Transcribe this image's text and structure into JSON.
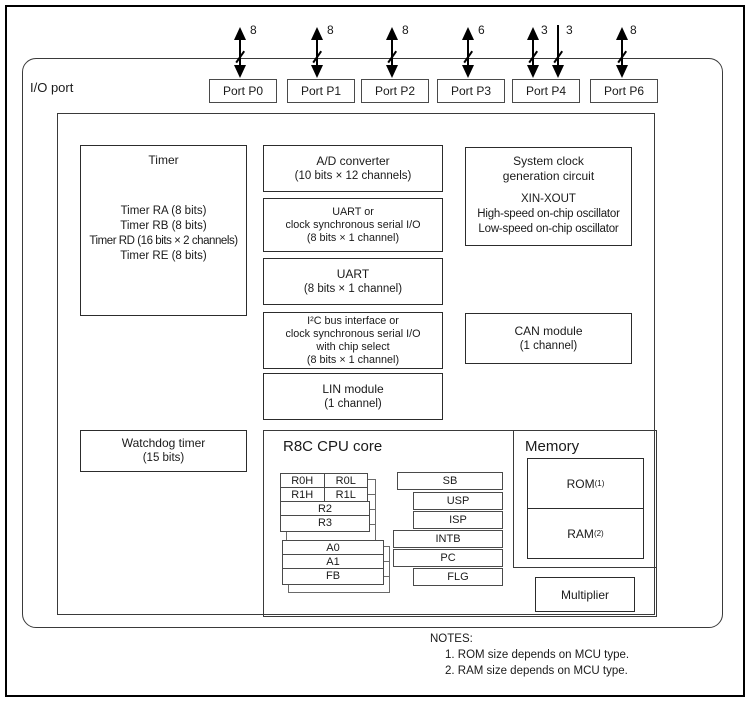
{
  "io_label": "I/O port",
  "ports": [
    {
      "label": "Port P0",
      "bus": "8"
    },
    {
      "label": "Port P1",
      "bus": "8"
    },
    {
      "label": "Port P2",
      "bus": "8"
    },
    {
      "label": "Port P3",
      "bus": "6"
    },
    {
      "label": "Port P4",
      "bus": "3",
      "bus2": "3"
    },
    {
      "label": "Port P6",
      "bus": "8"
    }
  ],
  "blocks": {
    "timer": {
      "title": "Timer",
      "lines": [
        "Timer RA (8 bits)",
        "Timer RB (8 bits)",
        "Timer RD (16 bits × 2 channels)",
        "Timer RE (8 bits)"
      ]
    },
    "adc": {
      "title": "A/D converter",
      "subtitle": "(10 bits × 12 channels)"
    },
    "uart_sync": {
      "lines": [
        "UART or",
        "clock synchronous serial I/O",
        "(8 bits × 1 channel)"
      ]
    },
    "uart": {
      "title": "UART",
      "subtitle": "(8 bits × 1 channel)"
    },
    "i2c": {
      "lines": [
        "I²C bus interface or",
        "clock synchronous serial I/O",
        "with chip select",
        "(8 bits × 1 channel)"
      ]
    },
    "lin": {
      "title": "LIN module",
      "subtitle": "(1 channel)"
    },
    "sysclk": {
      "lines": [
        "System clock",
        "generation circuit"
      ],
      "lines2": [
        "XIN-XOUT",
        "High-speed on-chip oscillator",
        "Low-speed on-chip oscillator"
      ]
    },
    "can": {
      "title": "CAN module",
      "subtitle": "(1 channel)"
    },
    "watchdog": {
      "title": "Watchdog timer",
      "subtitle": "(15 bits)"
    }
  },
  "cpu": {
    "title": "R8C CPU core",
    "registers": {
      "r0h": "R0H",
      "r0l": "R0L",
      "r1h": "R1H",
      "r1l": "R1L",
      "r2": "R2",
      "r3": "R3",
      "a0": "A0",
      "a1": "A1",
      "fb": "FB",
      "sb": "SB",
      "usp": "USP",
      "isp": "ISP",
      "intb": "INTB",
      "pc": "PC",
      "flg": "FLG"
    }
  },
  "memory": {
    "title": "Memory",
    "rom": {
      "label": "ROM",
      "note_ref": "(1)"
    },
    "ram": {
      "label": "RAM",
      "note_ref": "(2)"
    },
    "multiplier": "Multiplier"
  },
  "notes": {
    "title": "NOTES:",
    "items": [
      "1. ROM size depends on MCU type.",
      "2. RAM size depends on MCU type."
    ]
  }
}
